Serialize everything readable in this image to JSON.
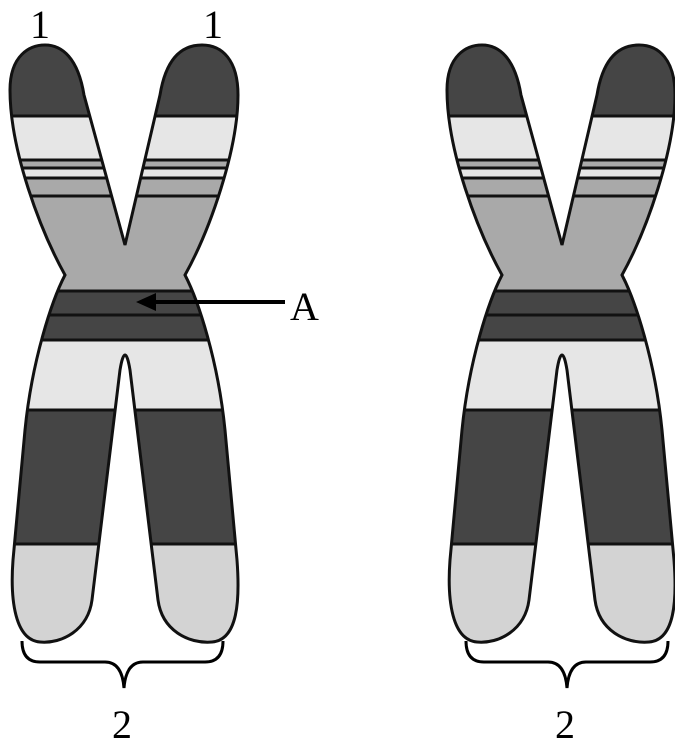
{
  "labels": {
    "arm_top_left": "1",
    "arm_top_right": "1",
    "arrow_label": "A",
    "brace_left": "2",
    "brace_right": "2"
  },
  "colors": {
    "dark": "#454545",
    "medium": "#a9a9a9",
    "light": "#e6e6e6",
    "pale": "#d3d3d3",
    "outline": "#111111"
  }
}
